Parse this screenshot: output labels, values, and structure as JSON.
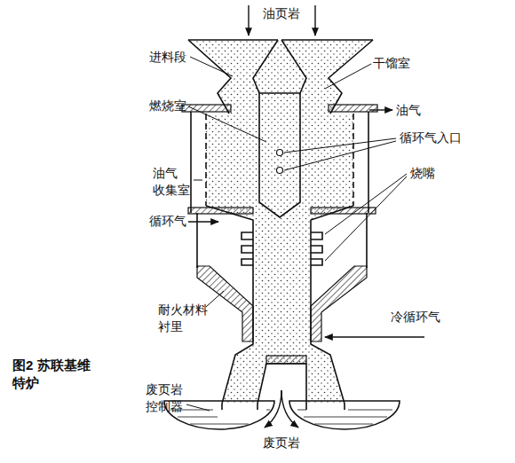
{
  "diagram": {
    "caption": "图2 苏联基维 特炉",
    "labels": [
      "油页岩",
      "进料段",
      "干馏室",
      "燃烧室",
      "油气",
      "循环气入口",
      "油气 收集室",
      "烧嘴",
      "循环气",
      "耐火材料 衬里",
      "冷循环气",
      "废页岩 控制器",
      "废页岩"
    ]
  }
}
